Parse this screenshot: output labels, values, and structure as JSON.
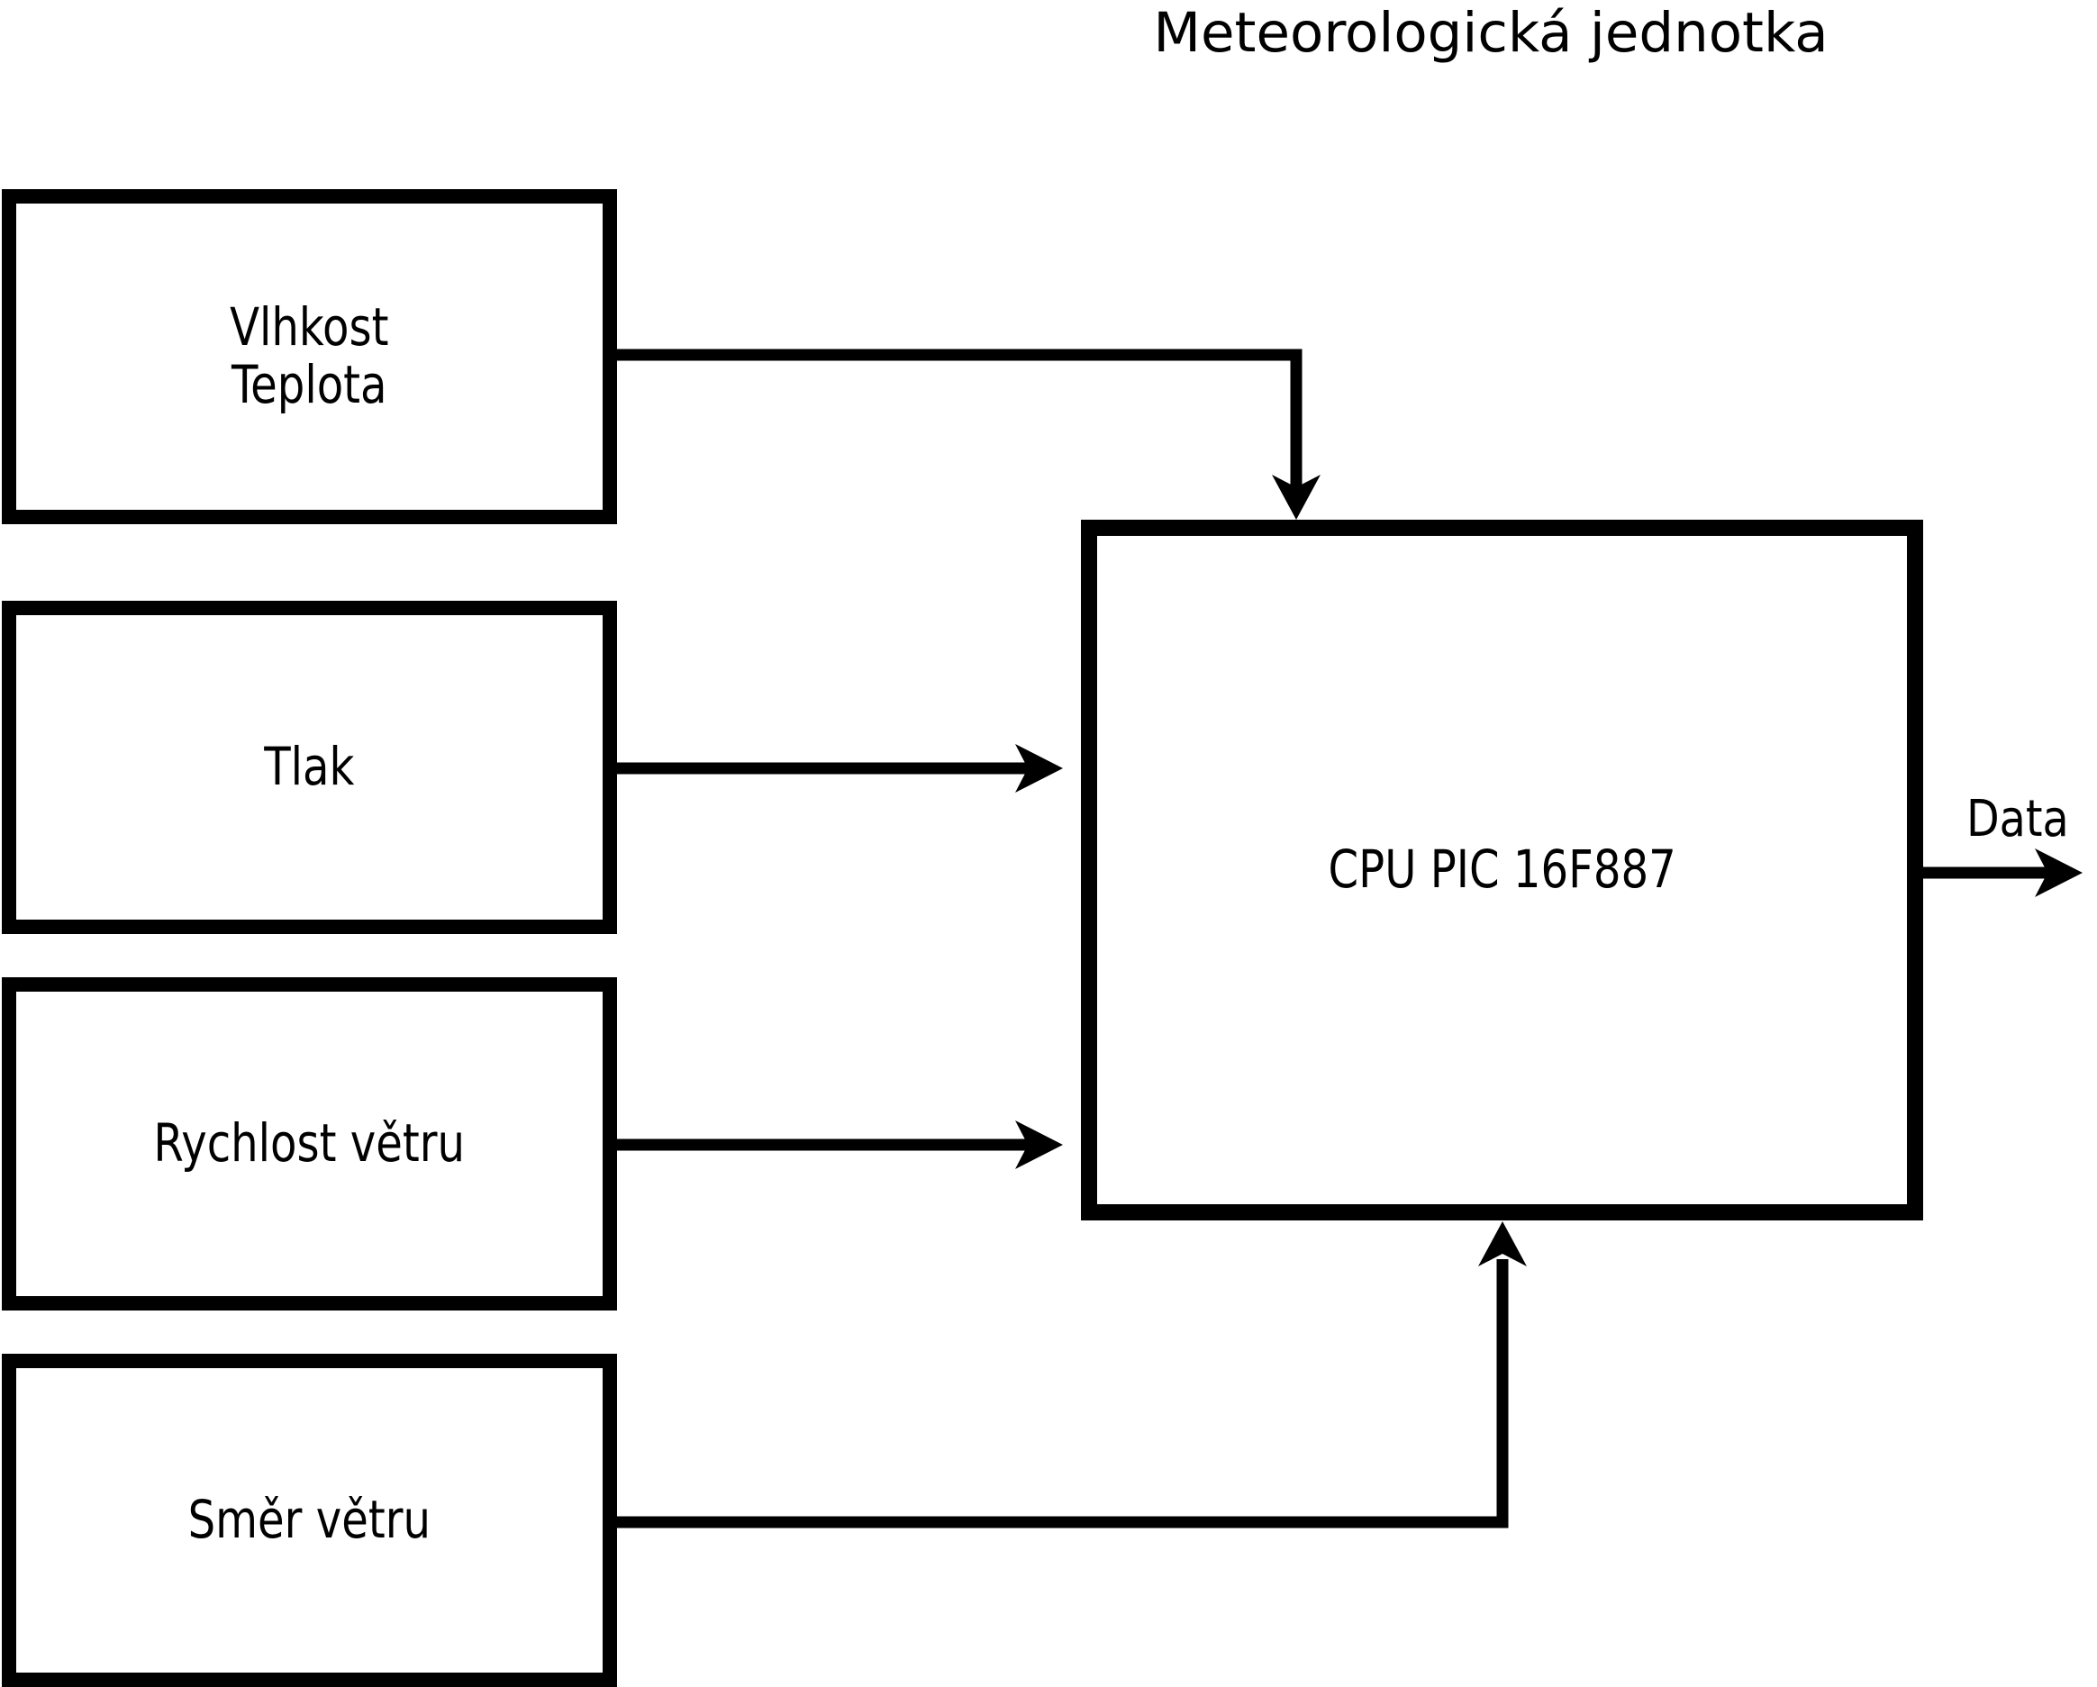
{
  "diagram": {
    "title": "Meteorologická jednotka",
    "background_color": "#ffffff",
    "line_color": "#000000",
    "sensors": [
      {
        "id": "vlhkost-teplota",
        "label": "Vlhkost\nTeplota"
      },
      {
        "id": "tlak",
        "label": "Tlak"
      },
      {
        "id": "rychlost-vetru",
        "label": "Rychlost větru"
      },
      {
        "id": "smer-vetru",
        "label": "Směr větru"
      }
    ],
    "cpu": {
      "label": "CPU PIC 16F887"
    },
    "output": {
      "label": "Data"
    }
  }
}
